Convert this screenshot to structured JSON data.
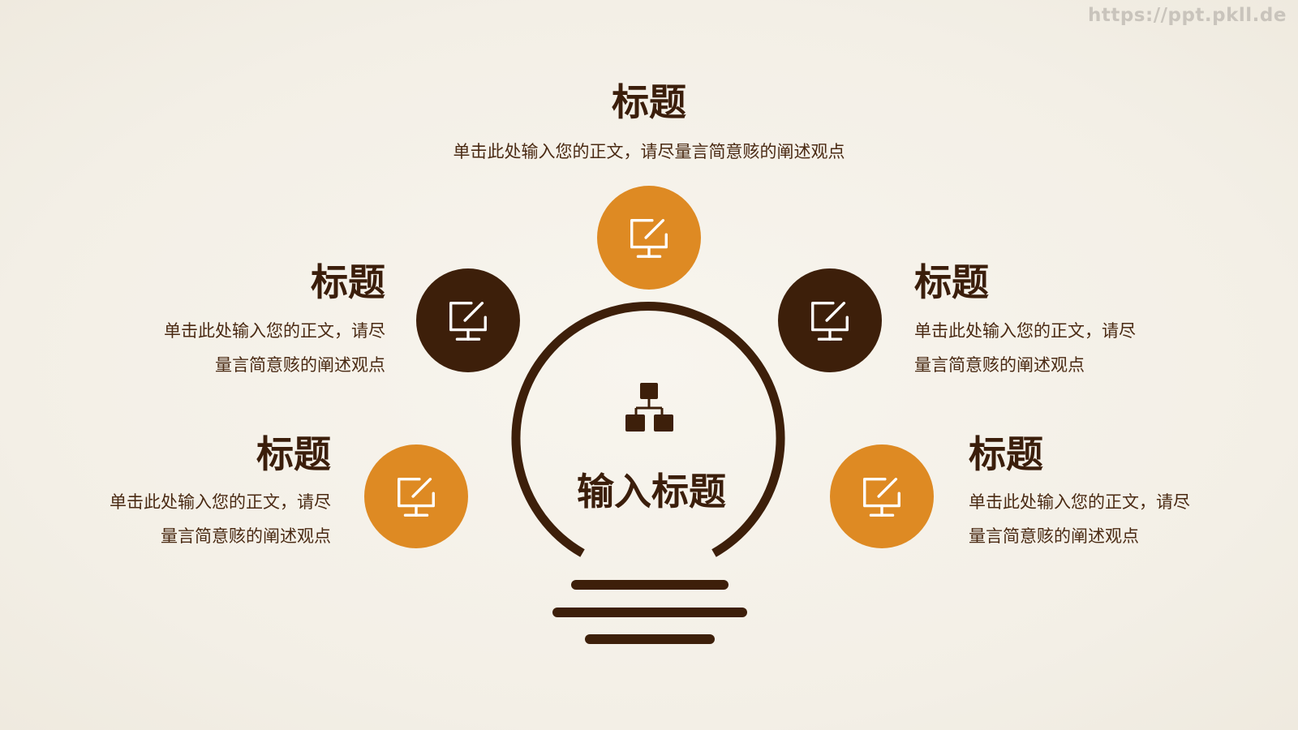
{
  "watermark": "https://ppt.pkll.de",
  "center": {
    "title": "输入标题",
    "icon": "hierarchy-icon"
  },
  "colors": {
    "orange": "#de8a23",
    "brown": "#3d1f0a",
    "text": "#3b1e0b",
    "background": "#f5f1e9"
  },
  "items": [
    {
      "title": "标题",
      "line1": "单击此处输入您的正文，请尽量言简意赅的阐述观点",
      "line2": "",
      "icon": "edit-monitor-icon",
      "circle": "orange"
    },
    {
      "title": "标题",
      "line1": "单击此处输入您的正文，请尽",
      "line2": "量言简意赅的阐述观点",
      "icon": "edit-monitor-icon",
      "circle": "brown"
    },
    {
      "title": "标题",
      "line1": "单击此处输入您的正文，请尽",
      "line2": "量言简意赅的阐述观点",
      "icon": "edit-monitor-icon",
      "circle": "brown"
    },
    {
      "title": "标题",
      "line1": "单击此处输入您的正文，请尽",
      "line2": "量言简意赅的阐述观点",
      "icon": "edit-monitor-icon",
      "circle": "orange"
    },
    {
      "title": "标题",
      "line1": "单击此处输入您的正文，请尽",
      "line2": "量言简意赅的阐述观点",
      "icon": "edit-monitor-icon",
      "circle": "orange"
    }
  ]
}
